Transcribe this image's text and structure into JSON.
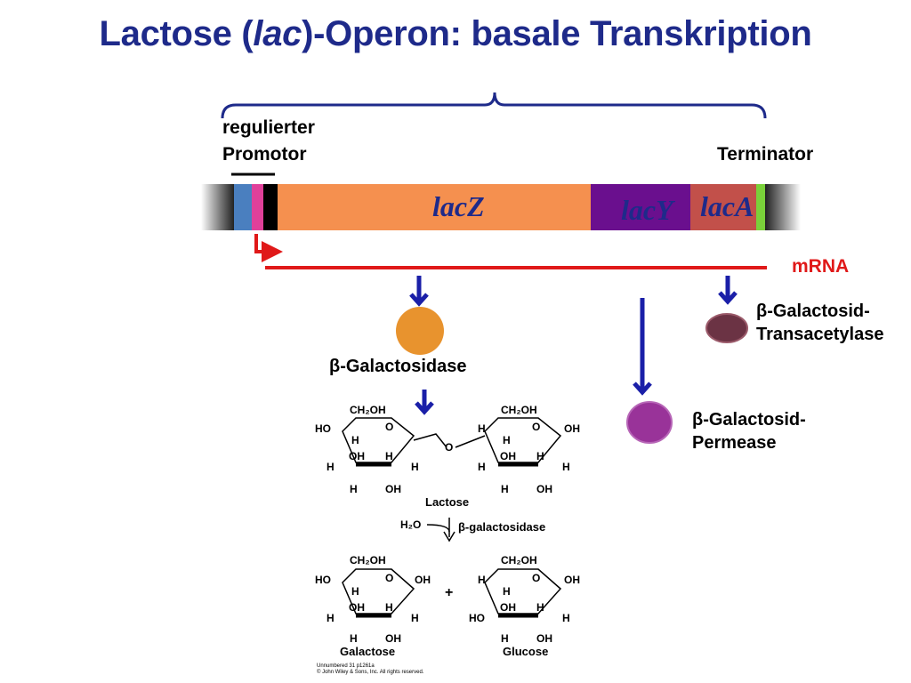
{
  "title_parts": [
    "Lactose (",
    "lac",
    ")-Operon: basale Transkription"
  ],
  "labels": {
    "promoter_line1": "regulierter",
    "promoter_line2": "Promotor",
    "terminator": "Terminator",
    "mrna": "mRNA"
  },
  "genes": {
    "lacZ": "lacZ",
    "lacY": "lacY",
    "lacA": "lacA"
  },
  "colors": {
    "title": "#1e2a8a",
    "lacZ": "#f5904f",
    "lacY": "#6a0f8e",
    "lacA": "#c2504a",
    "mrna": "#e01919",
    "arrow": "#1a1fa8",
    "galactosidase": "#e8932e",
    "permease": "#993399",
    "transacetylase": "#6b3344"
  },
  "proteins": {
    "galactosidase": "β-Galactosidase",
    "permease_line1": "β-Galactosid-",
    "permease_line2": "Permease",
    "transacetylase_line1": "β-Galactosid-",
    "transacetylase_line2": "Transacetylase"
  },
  "reaction": {
    "lactose": "Lactose",
    "water": "H₂O",
    "enzyme": "β-galactosidase",
    "plus": "+",
    "galactose": "Galactose",
    "glucose": "Glucose",
    "ch2oh": "CH₂OH",
    "o": "O",
    "h": "H",
    "oh": "OH",
    "ho": "HO",
    "copyright_line1": "Unnumbered 31 p1261a",
    "copyright_line2": "© John Wiley & Sons, Inc. All rights reserved."
  }
}
